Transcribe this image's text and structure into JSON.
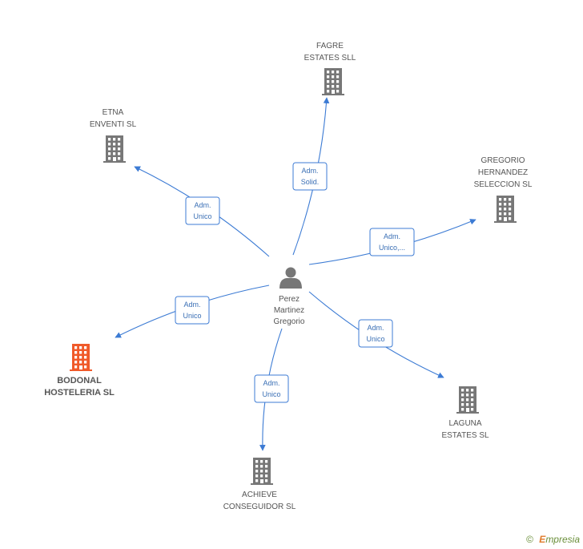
{
  "center": {
    "name_lines": [
      "Perez",
      "Martinez",
      "Gregorio"
    ],
    "icon": "person-icon"
  },
  "companies": [
    {
      "id": "fagre",
      "name_lines": [
        "FAGRE",
        "ESTATES SLL"
      ],
      "icon": "building-icon",
      "highlight": false
    },
    {
      "id": "etna",
      "name_lines": [
        "ETNA",
        "ENVENTI SL"
      ],
      "icon": "building-icon",
      "highlight": false
    },
    {
      "id": "gregorio",
      "name_lines": [
        "GREGORIO",
        "HERNANDEZ",
        "SELECCION SL"
      ],
      "icon": "building-icon",
      "highlight": false
    },
    {
      "id": "bodonal",
      "name_lines": [
        "BODONAL",
        "HOSTELERIA SL"
      ],
      "icon": "building-icon",
      "highlight": true
    },
    {
      "id": "laguna",
      "name_lines": [
        "LAGUNA",
        "ESTATES SL"
      ],
      "icon": "building-icon",
      "highlight": false
    },
    {
      "id": "achieve",
      "name_lines": [
        "ACHIEVE",
        "CONSEGUIDOR SL"
      ],
      "icon": "building-icon",
      "highlight": false
    }
  ],
  "relations": [
    {
      "target": "fagre",
      "label_lines": [
        "Adm.",
        "Solid."
      ]
    },
    {
      "target": "etna",
      "label_lines": [
        "Adm.",
        "Unico"
      ]
    },
    {
      "target": "gregorio",
      "label_lines": [
        "Adm.",
        "Unico,..."
      ]
    },
    {
      "target": "bodonal",
      "label_lines": [
        "Adm.",
        "Unico"
      ]
    },
    {
      "target": "laguna",
      "label_lines": [
        "Adm.",
        "Unico"
      ]
    },
    {
      "target": "achieve",
      "label_lines": [
        "Adm.",
        "Unico"
      ]
    }
  ],
  "colors": {
    "edge": "#3c7bd4",
    "building": "#777777",
    "building_highlight": "#f05a2a",
    "person": "#777777"
  },
  "footer": {
    "copyright": "©",
    "brand_initial": "E",
    "brand_rest": "mpresia"
  }
}
